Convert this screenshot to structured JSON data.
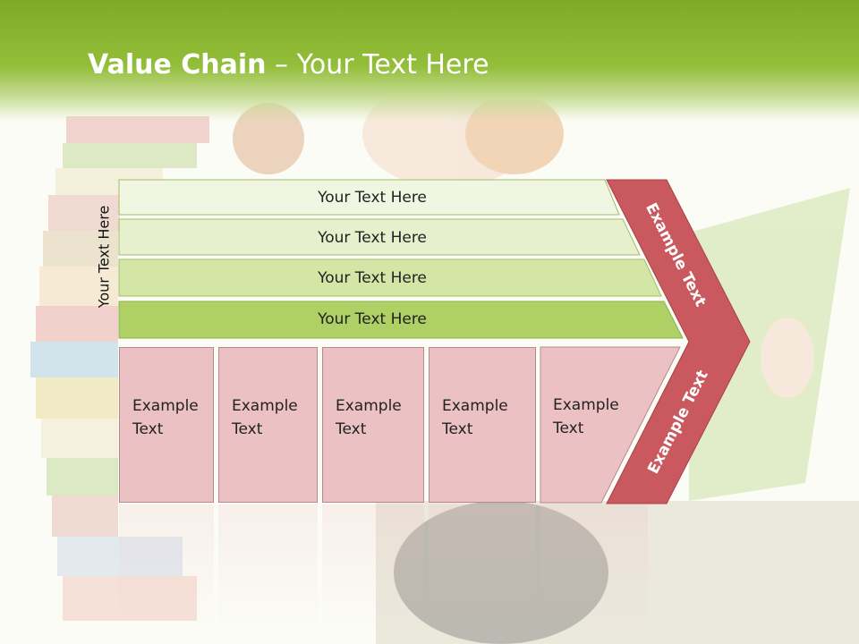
{
  "slide": {
    "title_bold": "Value Chain",
    "title_rest": " – Your Text Here",
    "side_label": "Your Text Here",
    "bars": [
      {
        "label": "Your Text Here"
      },
      {
        "label": "Your Text Here"
      },
      {
        "label": "Your Text Here"
      },
      {
        "label": "Your Text Here"
      }
    ],
    "boxes": [
      {
        "line1": "Example",
        "line2": "Text"
      },
      {
        "line1": "Example",
        "line2": "Text"
      },
      {
        "line1": "Example",
        "line2": "Text"
      },
      {
        "line1": "Example",
        "line2": "Text"
      },
      {
        "line1": "Example",
        "line2": "Text"
      }
    ],
    "chevron_top_label": "Example Text",
    "chevron_bottom_label": "Example Text"
  },
  "colors": {
    "header_green": "#7eaa26",
    "bar_shades": [
      "#f1f6e3",
      "#e6f0cc",
      "#d4e6a6",
      "#aed065"
    ],
    "box_pink": "#ecc1c3",
    "chevron_red": "#c9585f"
  }
}
